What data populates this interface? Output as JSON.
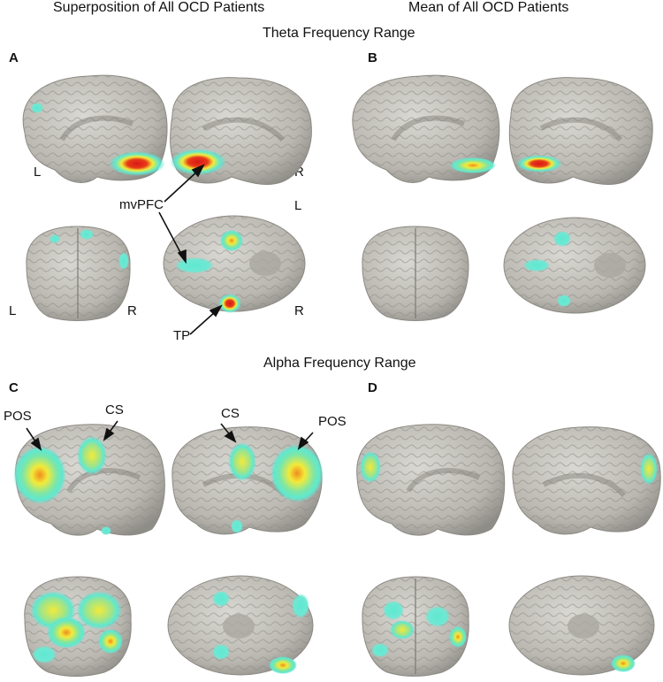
{
  "column_titles": {
    "left": "Superposition of All OCD Patients",
    "right": "Mean of All OCD Patients"
  },
  "range_titles": {
    "theta": "Theta Frequency Range",
    "alpha": "Alpha Frequency Range"
  },
  "panels": {
    "a": "A",
    "b": "B",
    "c": "C",
    "d": "D"
  },
  "hemisphere_labels": {
    "l": "L",
    "r": "R"
  },
  "annotations": {
    "mvpfc": "mvPFC",
    "tp": "TP",
    "cs": "CS",
    "pos": "POS"
  },
  "colors": {
    "brain": "#b9b7b0",
    "brain_edge": "#8c8a84",
    "cyan": "#5fe8d0",
    "yellow": "#f2ea3a",
    "orange": "#f08c1e",
    "red": "#d81818"
  }
}
